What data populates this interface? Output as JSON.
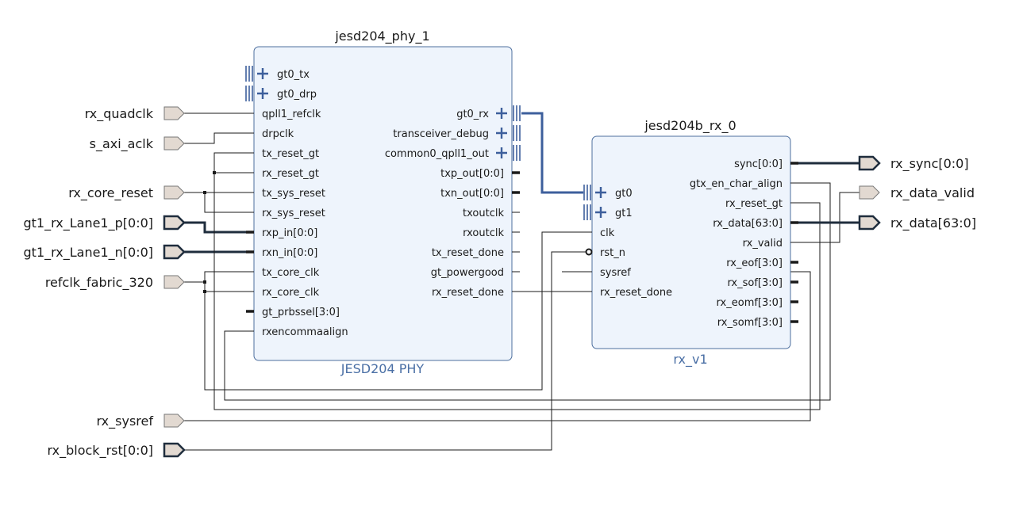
{
  "colors": {
    "block_fill": "#eef4fc",
    "block_stroke": "#4d6f9e",
    "wire": "#1a1a1a",
    "bus_wire": "#1f2d3d",
    "interface_wire": "#3d5f9c",
    "port_fill": "#e2d9d1",
    "port_stroke": "#777777",
    "footer_text": "#4a6fa5"
  },
  "blocks": [
    {
      "id": "phy",
      "title": "jesd204_phy_1",
      "footer": "JESD204 PHY",
      "left_pins": [
        {
          "label": "gt0_tx",
          "type": "interface"
        },
        {
          "label": "gt0_drp",
          "type": "interface"
        },
        {
          "label": "qpll1_refclk",
          "type": "wire"
        },
        {
          "label": "drpclk",
          "type": "wire"
        },
        {
          "label": "tx_reset_gt",
          "type": "wire"
        },
        {
          "label": "rx_reset_gt",
          "type": "wire"
        },
        {
          "label": "tx_sys_reset",
          "type": "wire"
        },
        {
          "label": "rx_sys_reset",
          "type": "wire"
        },
        {
          "label": "rxp_in[0:0]",
          "type": "bus"
        },
        {
          "label": "rxn_in[0:0]",
          "type": "bus"
        },
        {
          "label": "tx_core_clk",
          "type": "wire"
        },
        {
          "label": "rx_core_clk",
          "type": "wire"
        },
        {
          "label": "gt_prbssel[3:0]",
          "type": "bus"
        },
        {
          "label": "rxencommaalign",
          "type": "wire"
        }
      ],
      "right_pins": [
        {
          "label": "gt0_rx",
          "type": "interface"
        },
        {
          "label": "transceiver_debug",
          "type": "interface"
        },
        {
          "label": "common0_qpll1_out",
          "type": "interface"
        },
        {
          "label": "txp_out[0:0]",
          "type": "bus"
        },
        {
          "label": "txn_out[0:0]",
          "type": "bus"
        },
        {
          "label": "txoutclk",
          "type": "wire"
        },
        {
          "label": "rxoutclk",
          "type": "wire"
        },
        {
          "label": "tx_reset_done",
          "type": "wire"
        },
        {
          "label": "gt_powergood",
          "type": "wire"
        },
        {
          "label": "rx_reset_done",
          "type": "wire"
        }
      ]
    },
    {
      "id": "rx",
      "title": "jesd204b_rx_0",
      "footer": "rx_v1",
      "left_pins": [
        {
          "label": "gt0",
          "type": "interface"
        },
        {
          "label": "gt1",
          "type": "interface"
        },
        {
          "label": "clk",
          "type": "wire"
        },
        {
          "label": "rst_n",
          "type": "wire",
          "inverted": true
        },
        {
          "label": "sysref",
          "type": "wire"
        },
        {
          "label": "rx_reset_done",
          "type": "wire"
        }
      ],
      "right_pins": [
        {
          "label": "sync[0:0]",
          "type": "bus"
        },
        {
          "label": "gtx_en_char_align",
          "type": "wire"
        },
        {
          "label": "rx_reset_gt",
          "type": "wire"
        },
        {
          "label": "rx_data[63:0]",
          "type": "bus"
        },
        {
          "label": "rx_valid",
          "type": "wire"
        },
        {
          "label": "rx_eof[3:0]",
          "type": "bus"
        },
        {
          "label": "rx_sof[3:0]",
          "type": "bus"
        },
        {
          "label": "rx_eomf[3:0]",
          "type": "bus"
        },
        {
          "label": "rx_somf[3:0]",
          "type": "bus"
        }
      ]
    }
  ],
  "input_ports": [
    {
      "label": "rx_quadclk",
      "type": "wire"
    },
    {
      "label": "s_axi_aclk",
      "type": "wire"
    },
    {
      "label": "rx_core_reset",
      "type": "wire"
    },
    {
      "label": "gt1_rx_Lane1_p[0:0]",
      "type": "bus"
    },
    {
      "label": "gt1_rx_Lane1_n[0:0]",
      "type": "bus"
    },
    {
      "label": "refclk_fabric_320",
      "type": "wire"
    },
    {
      "label": "rx_sysref",
      "type": "wire"
    },
    {
      "label": "rx_block_rst[0:0]",
      "type": "bus"
    }
  ],
  "output_ports": [
    {
      "label": "rx_sync[0:0]",
      "type": "bus"
    },
    {
      "label": "rx_data_valid",
      "type": "wire"
    },
    {
      "label": "rx_data[63:0]",
      "type": "bus"
    }
  ]
}
